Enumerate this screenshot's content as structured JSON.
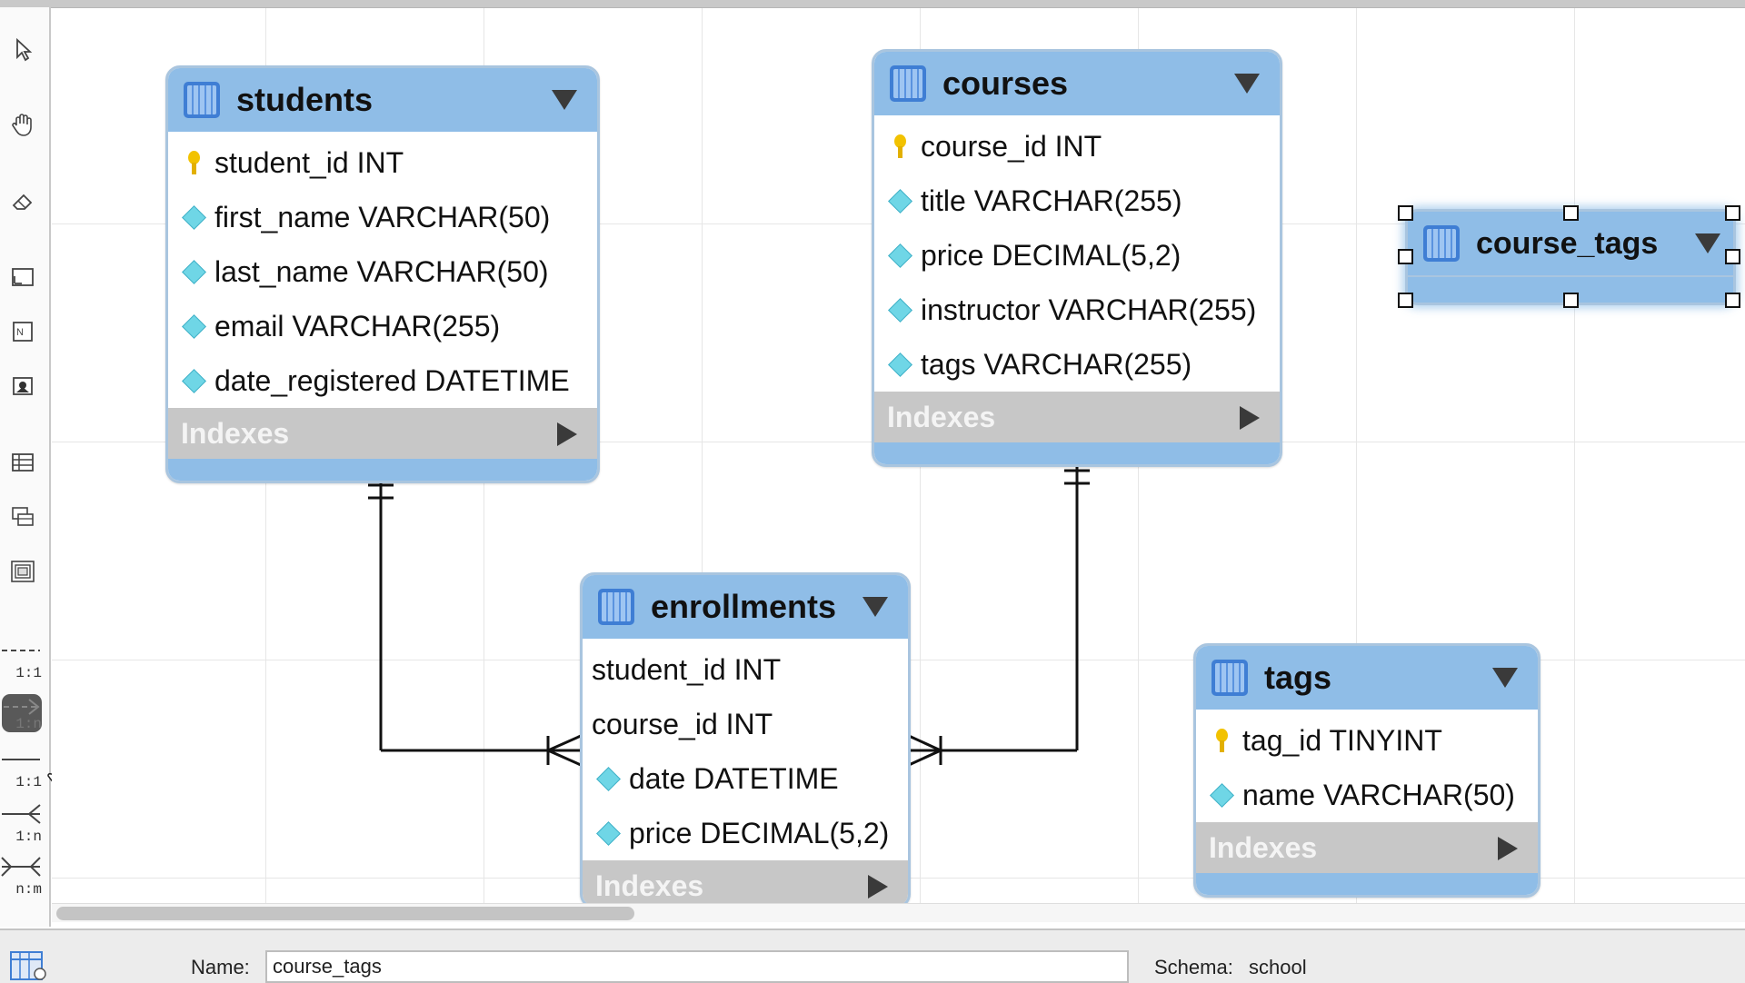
{
  "toolbar": {
    "tools": [
      "pointer-icon",
      "hand-icon",
      "eraser-icon",
      "layer-icon",
      "note-icon",
      "image-icon",
      "table-icon",
      "view-icon",
      "routine-group-icon"
    ],
    "relationships": [
      {
        "label": "1:1",
        "name": "relationship-1-1-nonidentifying-tool"
      },
      {
        "label": "1:n",
        "name": "relationship-1-n-nonidentifying-tool"
      },
      {
        "label": "1:1",
        "name": "relationship-1-1-identifying-tool"
      },
      {
        "label": "1:n",
        "name": "relationship-1-n-identifying-tool"
      },
      {
        "label": "n:m",
        "name": "relationship-n-m-tool"
      }
    ]
  },
  "tables": {
    "students": {
      "title": "students",
      "columns": [
        {
          "text": "student_id INT",
          "kind": "pk"
        },
        {
          "text": "first_name VARCHAR(50)",
          "kind": "field"
        },
        {
          "text": "last_name VARCHAR(50)",
          "kind": "field"
        },
        {
          "text": "email VARCHAR(255)",
          "kind": "field"
        },
        {
          "text": "date_registered DATETIME",
          "kind": "field"
        }
      ],
      "indexes": "Indexes"
    },
    "courses": {
      "title": "courses",
      "columns": [
        {
          "text": "course_id INT",
          "kind": "pk"
        },
        {
          "text": "title VARCHAR(255)",
          "kind": "field"
        },
        {
          "text": "price DECIMAL(5,2)",
          "kind": "field"
        },
        {
          "text": "instructor VARCHAR(255)",
          "kind": "field"
        },
        {
          "text": "tags VARCHAR(255)",
          "kind": "field"
        }
      ],
      "indexes": "Indexes"
    },
    "course_tags": {
      "title": "course_tags"
    },
    "enrollments": {
      "title": "enrollments",
      "columns": [
        {
          "text": "student_id INT",
          "kind": "plain"
        },
        {
          "text": "course_id INT",
          "kind": "plain"
        },
        {
          "text": "date DATETIME",
          "kind": "field"
        },
        {
          "text": "price DECIMAL(5,2)",
          "kind": "field"
        }
      ],
      "indexes": "Indexes"
    },
    "tags": {
      "title": "tags",
      "columns": [
        {
          "text": "tag_id TINYINT",
          "kind": "pk"
        },
        {
          "text": "name VARCHAR(50)",
          "kind": "field"
        }
      ],
      "indexes": "Indexes"
    }
  },
  "properties": {
    "name_label": "Name:",
    "name_value": "course_tags",
    "schema_label": "Schema:",
    "schema_value": "school"
  },
  "colors": {
    "header": "#8fbde7",
    "indexes": "#c7c7c7"
  }
}
